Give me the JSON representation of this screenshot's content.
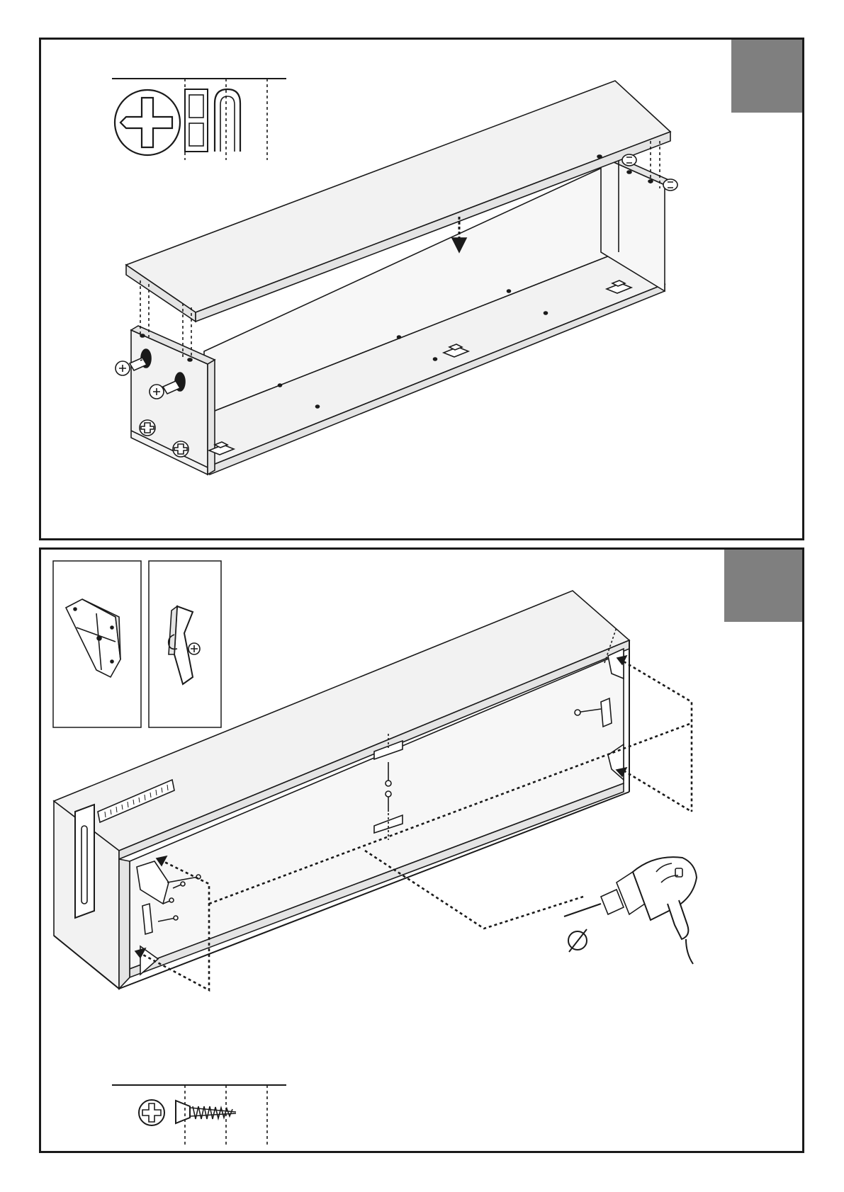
{
  "colors": {
    "line": "#1a1a1a",
    "panel_fill": "#f2f2f2",
    "panel_shade": "#e4e4e4",
    "step_box": "#7f7f7f"
  },
  "step1": {
    "icons": [
      "phillips-screwdriver-icon",
      "cam-connector-icon"
    ],
    "parts": [
      "top-panel",
      "side-panel-left",
      "side-panel-right",
      "bottom-panel",
      "cam-bolt",
      "dowel",
      "hinge-plate"
    ]
  },
  "step2": {
    "icons": [
      "corner-bracket-icon",
      "wall-hanger-icon",
      "pozidriv-screw-icon",
      "drill-icon",
      "drill-diameter-icon",
      "ruler-icon"
    ],
    "parts": [
      "cabinet-body",
      "corner-bracket",
      "wall-hanger",
      "screw"
    ]
  }
}
